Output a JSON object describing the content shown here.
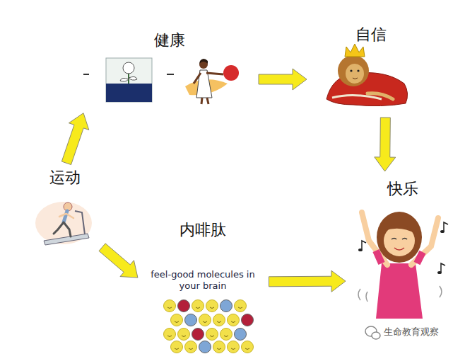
{
  "diagram": {
    "nodes": [
      {
        "text": [
          "健康"
        ]
      },
      {
        "text": [
          "自信"
        ]
      },
      {
        "text": [
          "快乐"
        ]
      },
      {
        "text": [
          "运动"
        ]
      },
      {
        "text": [
          "内啡肽",
          "feel-good molecules in your brain"
        ]
      }
    ],
    "edges": [
      {
        "from": 3,
        "to": 0,
        "arrow": "to"
      },
      {
        "from": 0,
        "to": 1,
        "arrow": "to"
      },
      {
        "from": 1,
        "to": 2,
        "arrow": "to"
      },
      {
        "from": 3,
        "to": 4,
        "arrow": "to"
      },
      {
        "from": 4,
        "to": 2,
        "arrow": "to"
      }
    ],
    "labels": [
      "生命教育观察"
    ]
  }
}
